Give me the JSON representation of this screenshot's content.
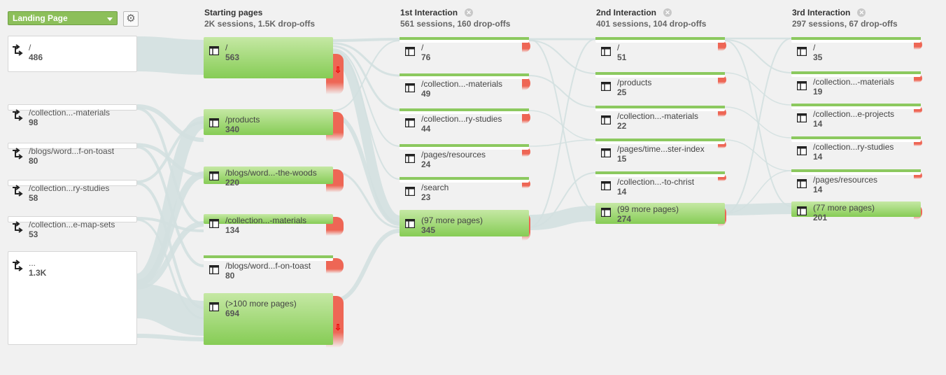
{
  "dimension_selector": {
    "label": "Landing Page"
  },
  "settings_icon": "gear-icon",
  "columns": [
    {
      "title": "Starting pages",
      "stats": "2K sessions, 1.5K drop-offs"
    },
    {
      "title": "1st Interaction",
      "stats": "561 sessions, 160 drop-offs"
    },
    {
      "title": "2nd Interaction",
      "stats": "401 sessions, 104 drop-offs"
    },
    {
      "title": "3rd Interaction",
      "stats": "297 sessions, 67 drop-offs"
    }
  ],
  "landing_pages": [
    {
      "label": "/",
      "value": "486"
    },
    {
      "label": "/collection...-materials",
      "value": "98"
    },
    {
      "label": "/blogs/word...f-on-toast",
      "value": "80"
    },
    {
      "label": "/collection...ry-studies",
      "value": "58"
    },
    {
      "label": "/collection...e-map-sets",
      "value": "53"
    },
    {
      "label": "...",
      "value": "1.3K"
    }
  ],
  "starting_pages": [
    {
      "label": "/",
      "value": "563"
    },
    {
      "label": "/products",
      "value": "340"
    },
    {
      "label": "/blogs/word...-the-woods",
      "value": "220"
    },
    {
      "label": "/collection...-materials",
      "value": "134"
    },
    {
      "label": "/blogs/word...f-on-toast",
      "value": "80"
    },
    {
      "label": "(>100 more pages)",
      "value": "694"
    }
  ],
  "interaction_1": [
    {
      "label": "/",
      "value": "76"
    },
    {
      "label": "/collection...-materials",
      "value": "49"
    },
    {
      "label": "/collection...ry-studies",
      "value": "44"
    },
    {
      "label": "/pages/resources",
      "value": "24"
    },
    {
      "label": "/search",
      "value": "23"
    },
    {
      "label": "(97 more pages)",
      "value": "345"
    }
  ],
  "interaction_2": [
    {
      "label": "/",
      "value": "51"
    },
    {
      "label": "/products",
      "value": "25"
    },
    {
      "label": "/collection...-materials",
      "value": "22"
    },
    {
      "label": "/pages/time...ster-index",
      "value": "15"
    },
    {
      "label": "/collection...-to-christ",
      "value": "14"
    },
    {
      "label": "(99 more pages)",
      "value": "274"
    }
  ],
  "interaction_3": [
    {
      "label": "/",
      "value": "35"
    },
    {
      "label": "/collection...-materials",
      "value": "19"
    },
    {
      "label": "/collection...e-projects",
      "value": "14"
    },
    {
      "label": "/collection...ry-studies",
      "value": "14"
    },
    {
      "label": "/pages/resources",
      "value": "14"
    },
    {
      "label": "(77 more pages)",
      "value": "201"
    }
  ],
  "colors": {
    "node_green": "#86cc55",
    "node_light": "#c5e8a4",
    "dropoff_red": "#ee6655",
    "flow": "#d3e0e0"
  },
  "icons": {
    "landing_arrow": "landing-arrow-icon",
    "page": "page-icon",
    "dropoff": "dropoff-arrow-icon",
    "close": "close-icon"
  }
}
